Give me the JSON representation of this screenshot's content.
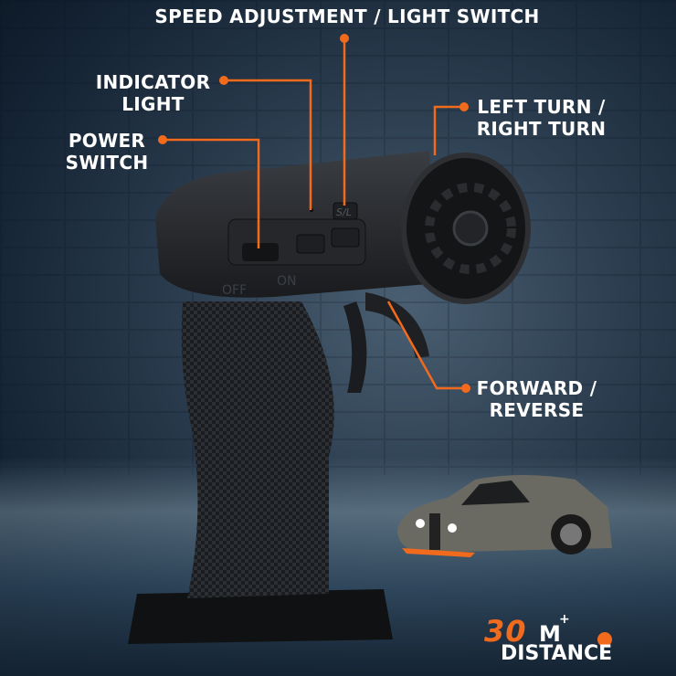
{
  "callouts": {
    "speed": "SPEED ADJUSTMENT / LIGHT SWITCH",
    "indicator_line1": "INDICATOR",
    "indicator_line2": "LIGHT",
    "power_line1": "POWER",
    "power_line2": "SWITCH",
    "turn_line1": "LEFT TURN /",
    "turn_line2": "RIGHT TURN",
    "forward_line1": "FORWARD /",
    "forward_line2": "REVERSE"
  },
  "remote": {
    "off": "OFF",
    "on": "ON",
    "button": "S/L"
  },
  "range": {
    "value": "30",
    "unit": "M",
    "plus": "+",
    "label": "DISTANCE"
  },
  "colors": {
    "accent": "#f26b1d",
    "text": "#ffffff"
  }
}
